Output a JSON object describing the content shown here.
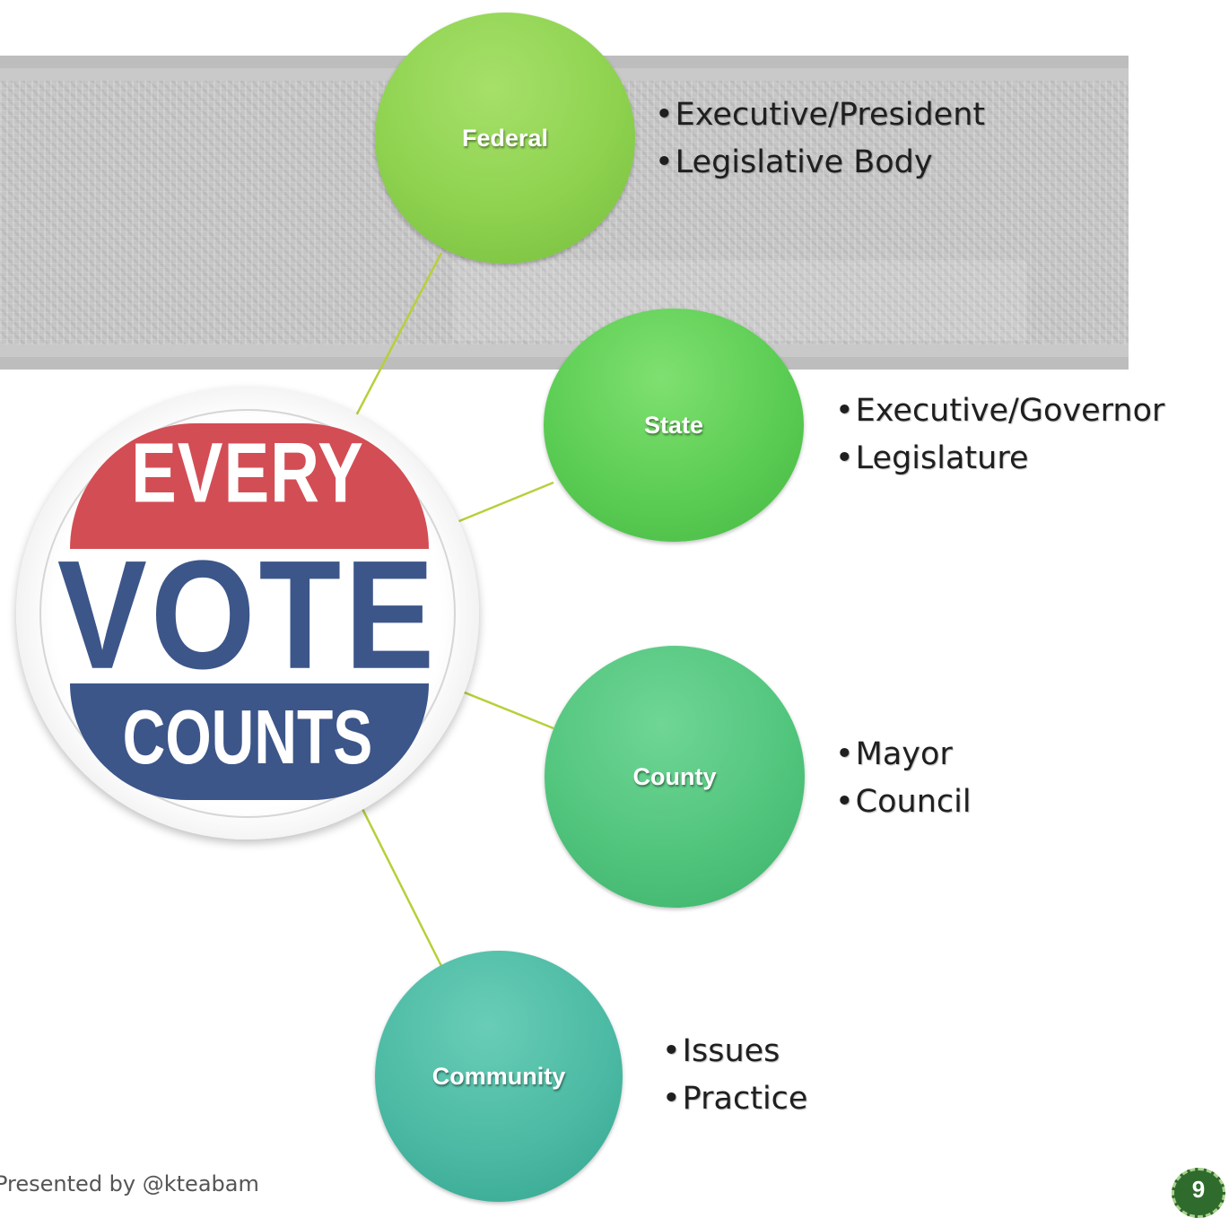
{
  "diagram": {
    "levels": [
      {
        "name": "Federal",
        "items": [
          "Executive/President",
          "Legislative Body"
        ]
      },
      {
        "name": "State",
        "items": [
          "Executive/Governor",
          "Legislature"
        ]
      },
      {
        "name": "County",
        "items": [
          "Mayor",
          "Council"
        ]
      },
      {
        "name": "Community",
        "items": [
          "Issues",
          "Practice"
        ]
      }
    ],
    "center_image_text": {
      "line1": "EVERY",
      "line2": "VOTE",
      "line3": "COUNTS"
    }
  },
  "footer": {
    "presenter": "Presented by @kteabam"
  },
  "slide": {
    "number": "9"
  },
  "colors": {
    "federal": "#8ed24f",
    "state": "#5ccd54",
    "county": "#52c57d",
    "community": "#4cbaa4",
    "connector": "#b8cf3a",
    "button_red": "#d34d55",
    "button_blue": "#3c568a",
    "badge": "#2f6b2c"
  }
}
